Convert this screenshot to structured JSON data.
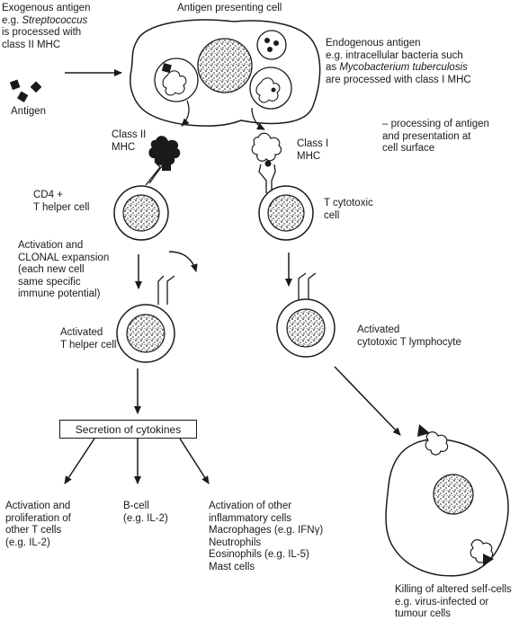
{
  "labels": {
    "exogenous": [
      "Exogenous antigen",
      "e.g. ",
      "Streptococcus",
      "is processed with",
      "class II MHC"
    ],
    "antigen": "Antigen",
    "apc": "Antigen presenting cell",
    "endogenous": [
      "Endogenous antigen",
      "e.g. intracellular bacteria such",
      "as ",
      "Mycobacterium tuberculosis",
      "are processed with class I MHC"
    ],
    "processing": [
      "– processing of antigen",
      "and presentation at",
      "cell surface"
    ],
    "class2": [
      "Class II",
      "MHC"
    ],
    "class1": [
      "Class I",
      "MHC"
    ],
    "cd4": [
      "CD4 +",
      "T helper cell"
    ],
    "tcyto": [
      "T cytotoxic",
      "cell"
    ],
    "activation": [
      "Activation and",
      "CLONAL expansion",
      "(each new cell",
      "same specific",
      "immune potential)"
    ],
    "activated_th": [
      "Activated",
      "T helper cell"
    ],
    "activated_ctl": [
      "Activated",
      "cytotoxic T lymphocyte"
    ],
    "cytokines": "Secretion of cytokines",
    "prolif": [
      "Activation and",
      "proliferation of",
      "other T cells",
      "(e.g. IL-2)"
    ],
    "bcell": [
      "B-cell",
      "(e.g. IL-2)"
    ],
    "inflam": [
      "Activation of other",
      "inflammatory cells",
      "Macrophages (e.g. IFNγ)",
      "Neutrophils",
      "Eosinophils (e.g. IL-5)",
      "Mast cells"
    ],
    "killing": [
      "Killing of altered self-cells",
      "e.g. virus-infected or",
      "tumour cells"
    ]
  }
}
